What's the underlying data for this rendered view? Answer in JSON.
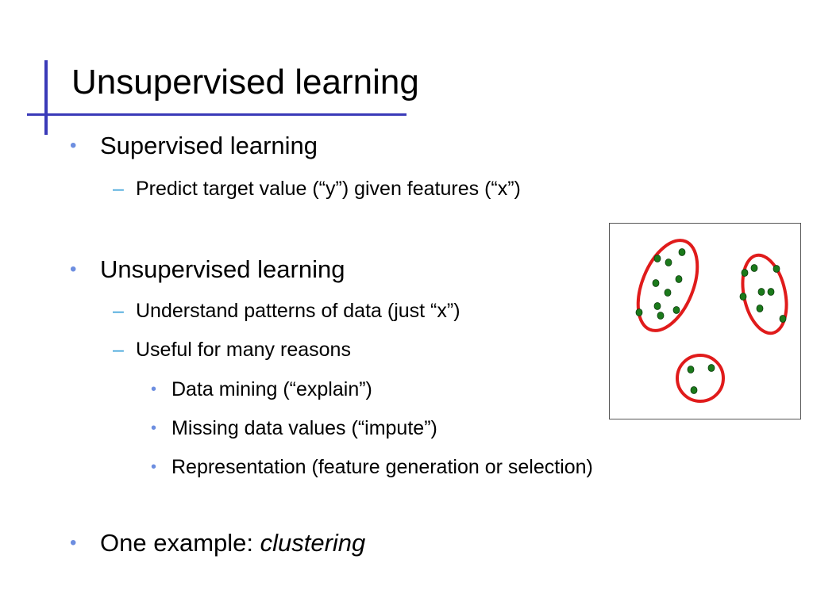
{
  "slide": {
    "title": "Unsupervised learning",
    "accent_color": "#3a3ab8",
    "bullet_color": "#6d8ee0",
    "dash_color": "#39a0d8"
  },
  "bullets": {
    "supervised": {
      "marker": "•",
      "text": "Supervised learning",
      "sub": [
        {
          "marker": "–",
          "text": "Predict target value (“y”) given features (“x”)"
        }
      ]
    },
    "unsupervised": {
      "marker": "•",
      "text": "Unsupervised learning",
      "sub": [
        {
          "marker": "–",
          "text": "Understand patterns of data (just “x”)"
        },
        {
          "marker": "–",
          "text": "Useful for many reasons",
          "sub": [
            {
              "marker": "•",
              "text": "Data mining (“explain”)"
            },
            {
              "marker": "•",
              "text": "Missing data values (“impute”)"
            },
            {
              "marker": "•",
              "text": "Representation (feature generation or selection)"
            }
          ]
        }
      ]
    },
    "example": {
      "marker": "•",
      "text": "One example: ",
      "emphasis": "clustering"
    }
  },
  "figure": {
    "description_icon": "cluster-diagram",
    "border_color": "#555555",
    "point_color": "#1b7a1b",
    "ellipse_color": "#e01b1b"
  }
}
